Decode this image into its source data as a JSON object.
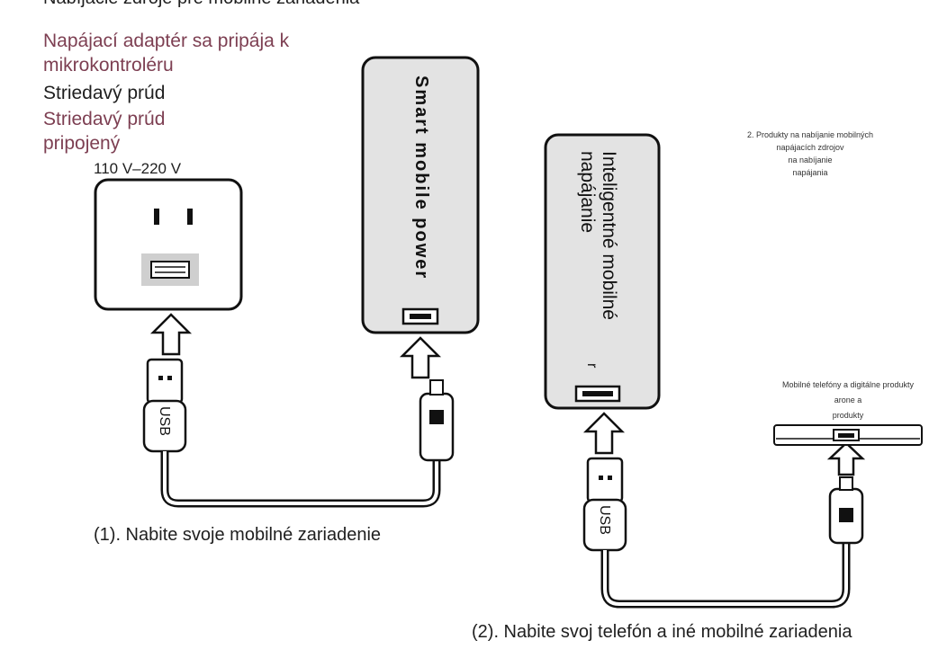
{
  "header_fragment": "Nabíjacie zdroje pre mobilné zariadenia",
  "left": {
    "adapter_label": "Napájací adaptér sa pripája k mikrokontroléru",
    "ac_label": "Striedavý prúd",
    "ac_connected_label": "Striedavý prúd pripojený",
    "voltage": "110 V–220 V",
    "power_bank_label": "Smart mobile power",
    "usb_label": "USB",
    "caption": "(1). Nabite svoje mobilné zariadenie"
  },
  "right": {
    "power_bank_label": "Inteligentné mobilné napájanie",
    "power_bank_suffix": "r",
    "note_lines": [
      "2. Produkty na nabíjanie mobilných",
      "napájacích zdrojov",
      "na nabíjanie",
      "napájania"
    ],
    "device_lines": [
      "Mobilné telefóny a digitálne produkty",
      "arone a",
      "produkty"
    ],
    "usb_label": "USB",
    "caption": "(2). Nabite svoj telefón a iné mobilné zariadenia"
  }
}
